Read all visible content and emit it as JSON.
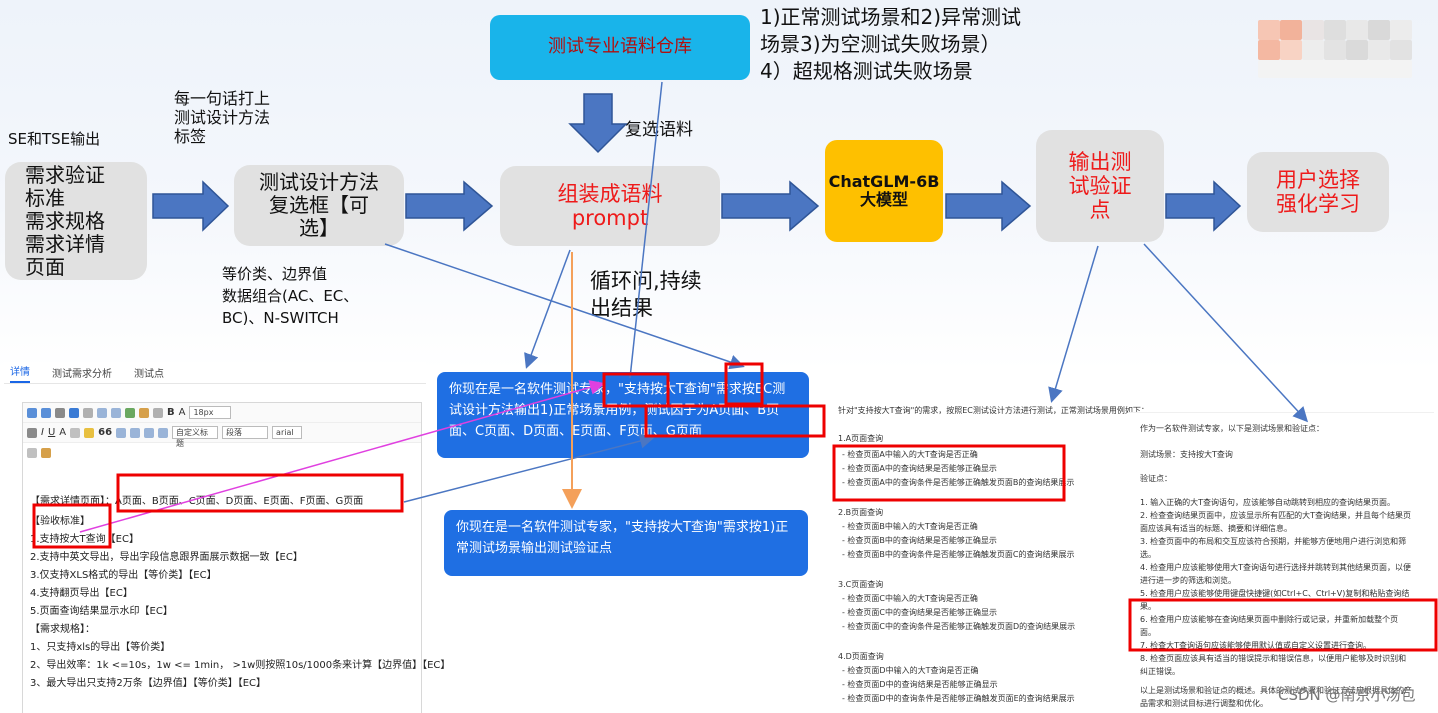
{
  "flow": {
    "input_label": "SE和TSE输出",
    "input_node": "需求验证\n标准\n需求规格\n需求详情\n页面",
    "tag_note": "每一句话打上\n测试设计方法\n标签",
    "method_node": "测试设计方法\n复选框【可\n选】",
    "method_note": "等价类、边界值\n数据组合(AC、EC、\nBC)、N-SWITCH",
    "corpus_node": "测试专业语料仓库",
    "corpus_arrow_label": "复选语料",
    "scenario_note": "1)正常测试场景和2)异常测试\n场景3)为空测试失败场景）\n4）超规格测试失败场景",
    "prompt_node": "组装成语料\nprompt",
    "loop_note": "循环问,持续\n出结果",
    "model_node": "ChatGLM-6B\n大模型",
    "output_node": "输出测\n试验证\n点",
    "rl_node": "用户选择\n强化学习"
  },
  "colors": {
    "gray_node": "#e1e1e1",
    "arrow_blue": "#4b76c2",
    "corpus_cyan": "#19b4ea",
    "model_yellow": "#fec000",
    "red_text": "#ee1a1a",
    "bubble_blue": "#1f6fe3",
    "highlight_red": "#ee0000",
    "magenta_line": "#e040e0",
    "orange_line": "#f4a05a"
  },
  "left_panel": {
    "tabs": [
      "详情",
      "测试需求分析",
      "测试点"
    ],
    "font_size_box": "18px",
    "style_box": "自定义标题",
    "para_box": "段落",
    "font_box": "arial",
    "lines": [
      "【需求详情页面】：A页面、B页面、C页面、D页面、E页面、F页面、G页面",
      "【验收标准】",
      "1.支持按大T查询【EC】",
      "2.支持中英文导出，导出字段信息跟界面展示数据一致【EC】",
      "3.仅支持XLS格式的导出【等价类】【EC】",
      "4.支持翻页导出【EC】",
      "5.页面查询结果显示水印【EC】",
      "【需求规格】：",
      "1、只支持xls的导出【等价类】",
      "2、导出效率：1k <=10s，1w <= 1min，  >1w则按照10s/1000条来计算【边界值】【EC】",
      "3、最大导出只支持2万条【边界值】【等价类】【EC】"
    ]
  },
  "bubbles": {
    "top": "你现在是一名软件测试专家，\"支持按大T查询\"需求按EC测试设计方法输出1)正常场景用例，测试因子为A页面、B页面、C页面、D页面、E页面、F页面、G页面",
    "bottom": "你现在是一名软件测试专家，\"支持按大T查询\"需求按1)正常测试场景输出测试验证点"
  },
  "mid_panel": {
    "intro": "针对\"支持按大T查询\"的需求，按照EC测试设计方法进行测试，正常测试场景用例如下：",
    "sections": [
      {
        "title": "1.A页面查询",
        "items": [
          "- 检查页面A中输入的大T查询是否正确",
          "- 检查页面A中的查询结果是否能够正确显示",
          "- 检查页面A中的查询条件是否能够正确触发页面B的查询结果展示"
        ]
      },
      {
        "title": "2.B页面查询",
        "items": [
          "- 检查页面B中输入的大T查询是否正确",
          "- 检查页面B中的查询结果是否能够正确显示",
          "- 检查页面B中的查询条件是否能够正确触发页面C的查询结果展示"
        ]
      },
      {
        "title": "3.C页面查询",
        "items": [
          "- 检查页面C中输入的大T查询是否正确",
          "- 检查页面C中的查询结果是否能够正确显示",
          "- 检查页面C中的查询条件是否能够正确触发页面D的查询结果展示"
        ]
      },
      {
        "title": "4.D页面查询",
        "items": [
          "- 检查页面D中输入的大T查询是否正确",
          "- 检查页面D中的查询结果是否能够正确显示",
          "- 检查页面D中的查询条件是否能够正确触发页面E的查询结果展示"
        ]
      }
    ]
  },
  "right_panel": {
    "lines": [
      "作为一名软件测试专家，以下是测试场景和验证点：",
      "",
      "测试场景：支持按大T查询",
      "",
      "验证点：",
      "",
      "1. 输入正确的大T查询语句，应该能够自动跳转到相应的查询结果页面。",
      "2. 检查查询结果页面中，应该显示所有匹配的大T查询结果，并且每个结果页",
      "面应该具有适当的标题、摘要和详细信息。",
      "3. 检查页面中的布局和交互应该符合预期，并能够方便地用户进行浏览和筛",
      "选。",
      "4. 检查用户应该能够使用大T查询语句进行选择并跳转到其他结果页面，以便",
      "进行进一步的筛选和浏览。",
      "5. 检查用户应该能够使用键盘快捷键(如Ctrl+C、Ctrl+V)复制和粘贴查询结",
      "果。",
      "6. 检查用户应该能够在查询结果页面中删除行或记录，并重新加载整个页",
      "面。",
      "7. 检查大T查询语句应该能够使用默认值或自定义设置进行查询。",
      "8. 检查页面应该具有适当的错误提示和错误信息，以便用户能够及时识别和",
      "纠正错误。",
      "",
      "以上是测试场景和验证点的概述。具体的测试步骤和验证方法应根据具体的产",
      "品需求和测试目标进行调整和优化。"
    ]
  },
  "watermark": "CSDN @南京小汤包"
}
